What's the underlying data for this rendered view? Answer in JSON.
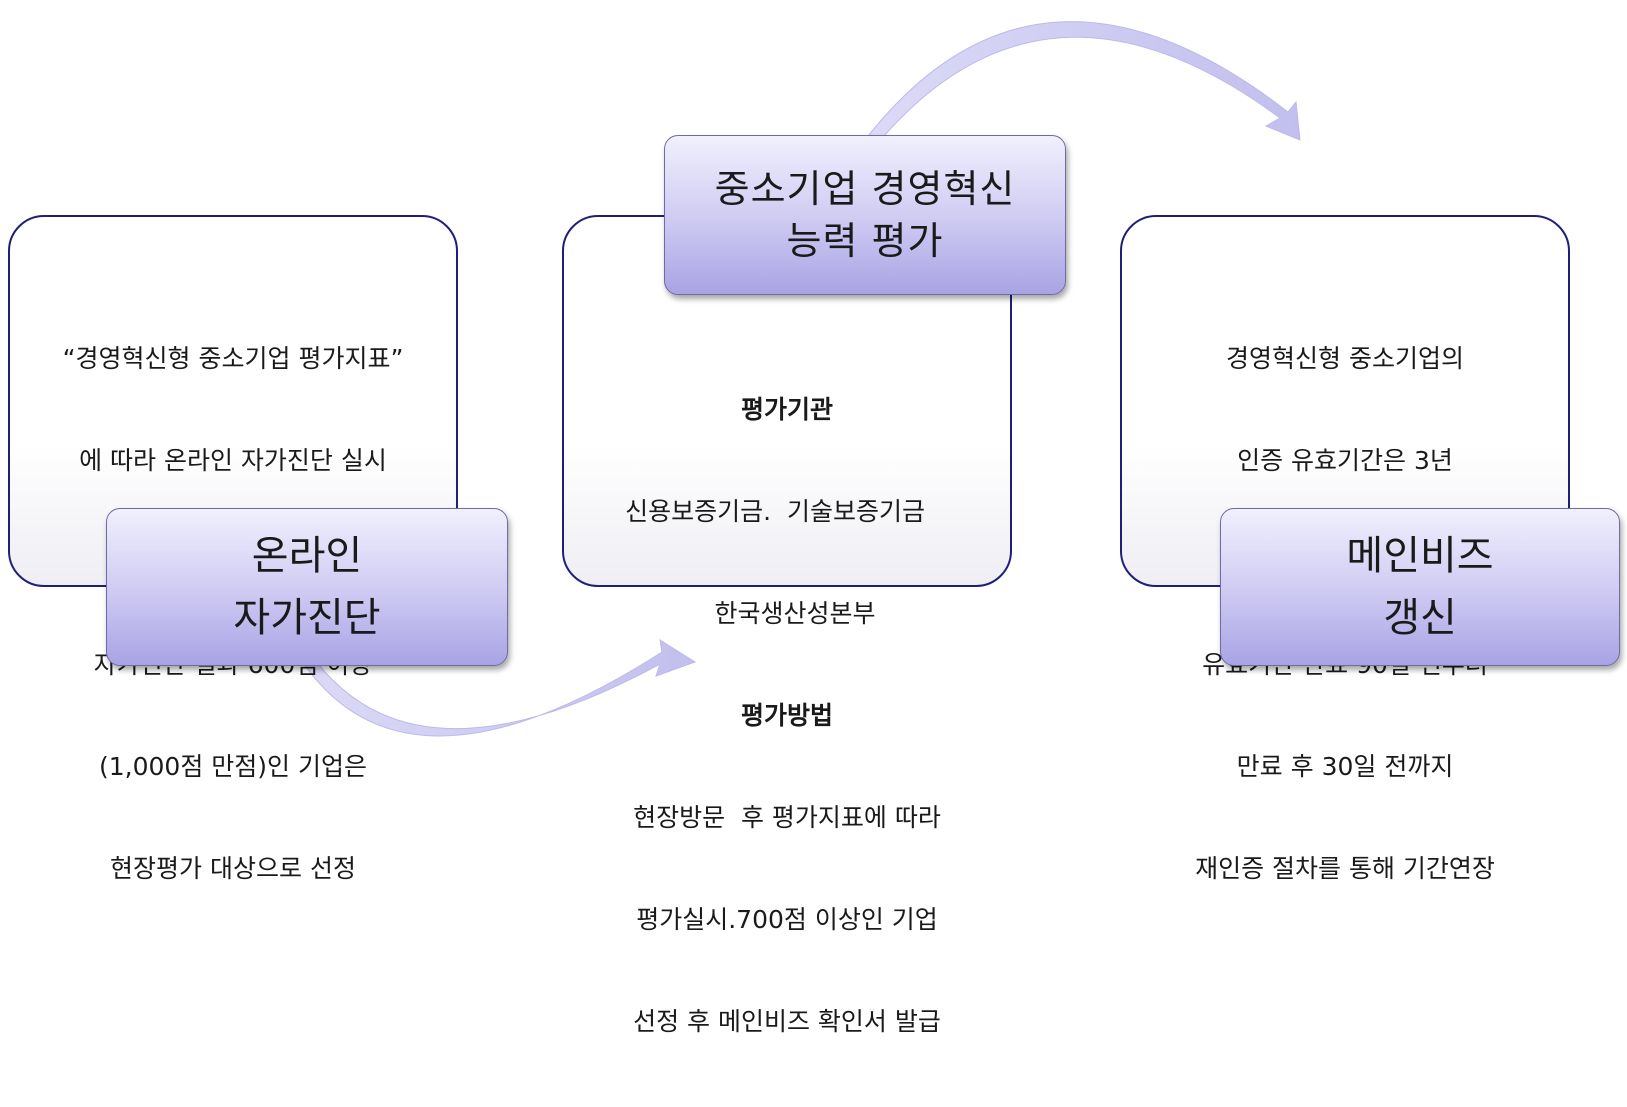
{
  "steps": [
    {
      "title": [
        "온라인",
        "자가진단"
      ],
      "body": [
        {
          "text": "“경영혁신형 중소기업 평가지표”",
          "bold": false
        },
        {
          "text": "에 따라 온라인 자가진단 실시",
          "bold": false
        },
        {
          "text": "",
          "bold": false
        },
        {
          "text": "자가신단 결과 600점 이상",
          "bold": false
        },
        {
          "text": "(1,000점 만점)인 기업은",
          "bold": false
        },
        {
          "text": "현장평가 대상으로 선정",
          "bold": false
        }
      ]
    },
    {
      "title": [
        "중소기업 경영혁신",
        "능력 평가"
      ],
      "body": [
        {
          "text": "평가기관",
          "bold": true
        },
        {
          "text": "신용보증기금.  기술보증기금   ",
          "bold": false
        },
        {
          "text": "  한국생산성본부",
          "bold": false
        },
        {
          "text": "평가방법",
          "bold": true
        },
        {
          "text": "현장방문  후 평가지표에 따라",
          "bold": false
        },
        {
          "text": "평가실시.700점 이상인 기업",
          "bold": false
        },
        {
          "text": "선정 후 메인비즈 확인서 발급",
          "bold": false
        }
      ]
    },
    {
      "title": [
        "메인비즈",
        "갱신"
      ],
      "body": [
        {
          "text": "경영혁신형 중소기업의",
          "bold": false
        },
        {
          "text": "인증 유효기간은 3년",
          "bold": false
        },
        {
          "text": "",
          "bold": false
        },
        {
          "text": "유효기간 만료 90일 전부터",
          "bold": false
        },
        {
          "text": "만료 후 30일 전까지",
          "bold": false
        },
        {
          "text": "재인증 절차를 통해 기간연장",
          "bold": false
        }
      ]
    }
  ],
  "colors": {
    "card_border": "#1f1f7a",
    "title_fill_top": "#f1f0fd",
    "title_fill_bottom": "#a9a3e4",
    "arrow": "#c9c6ef"
  }
}
